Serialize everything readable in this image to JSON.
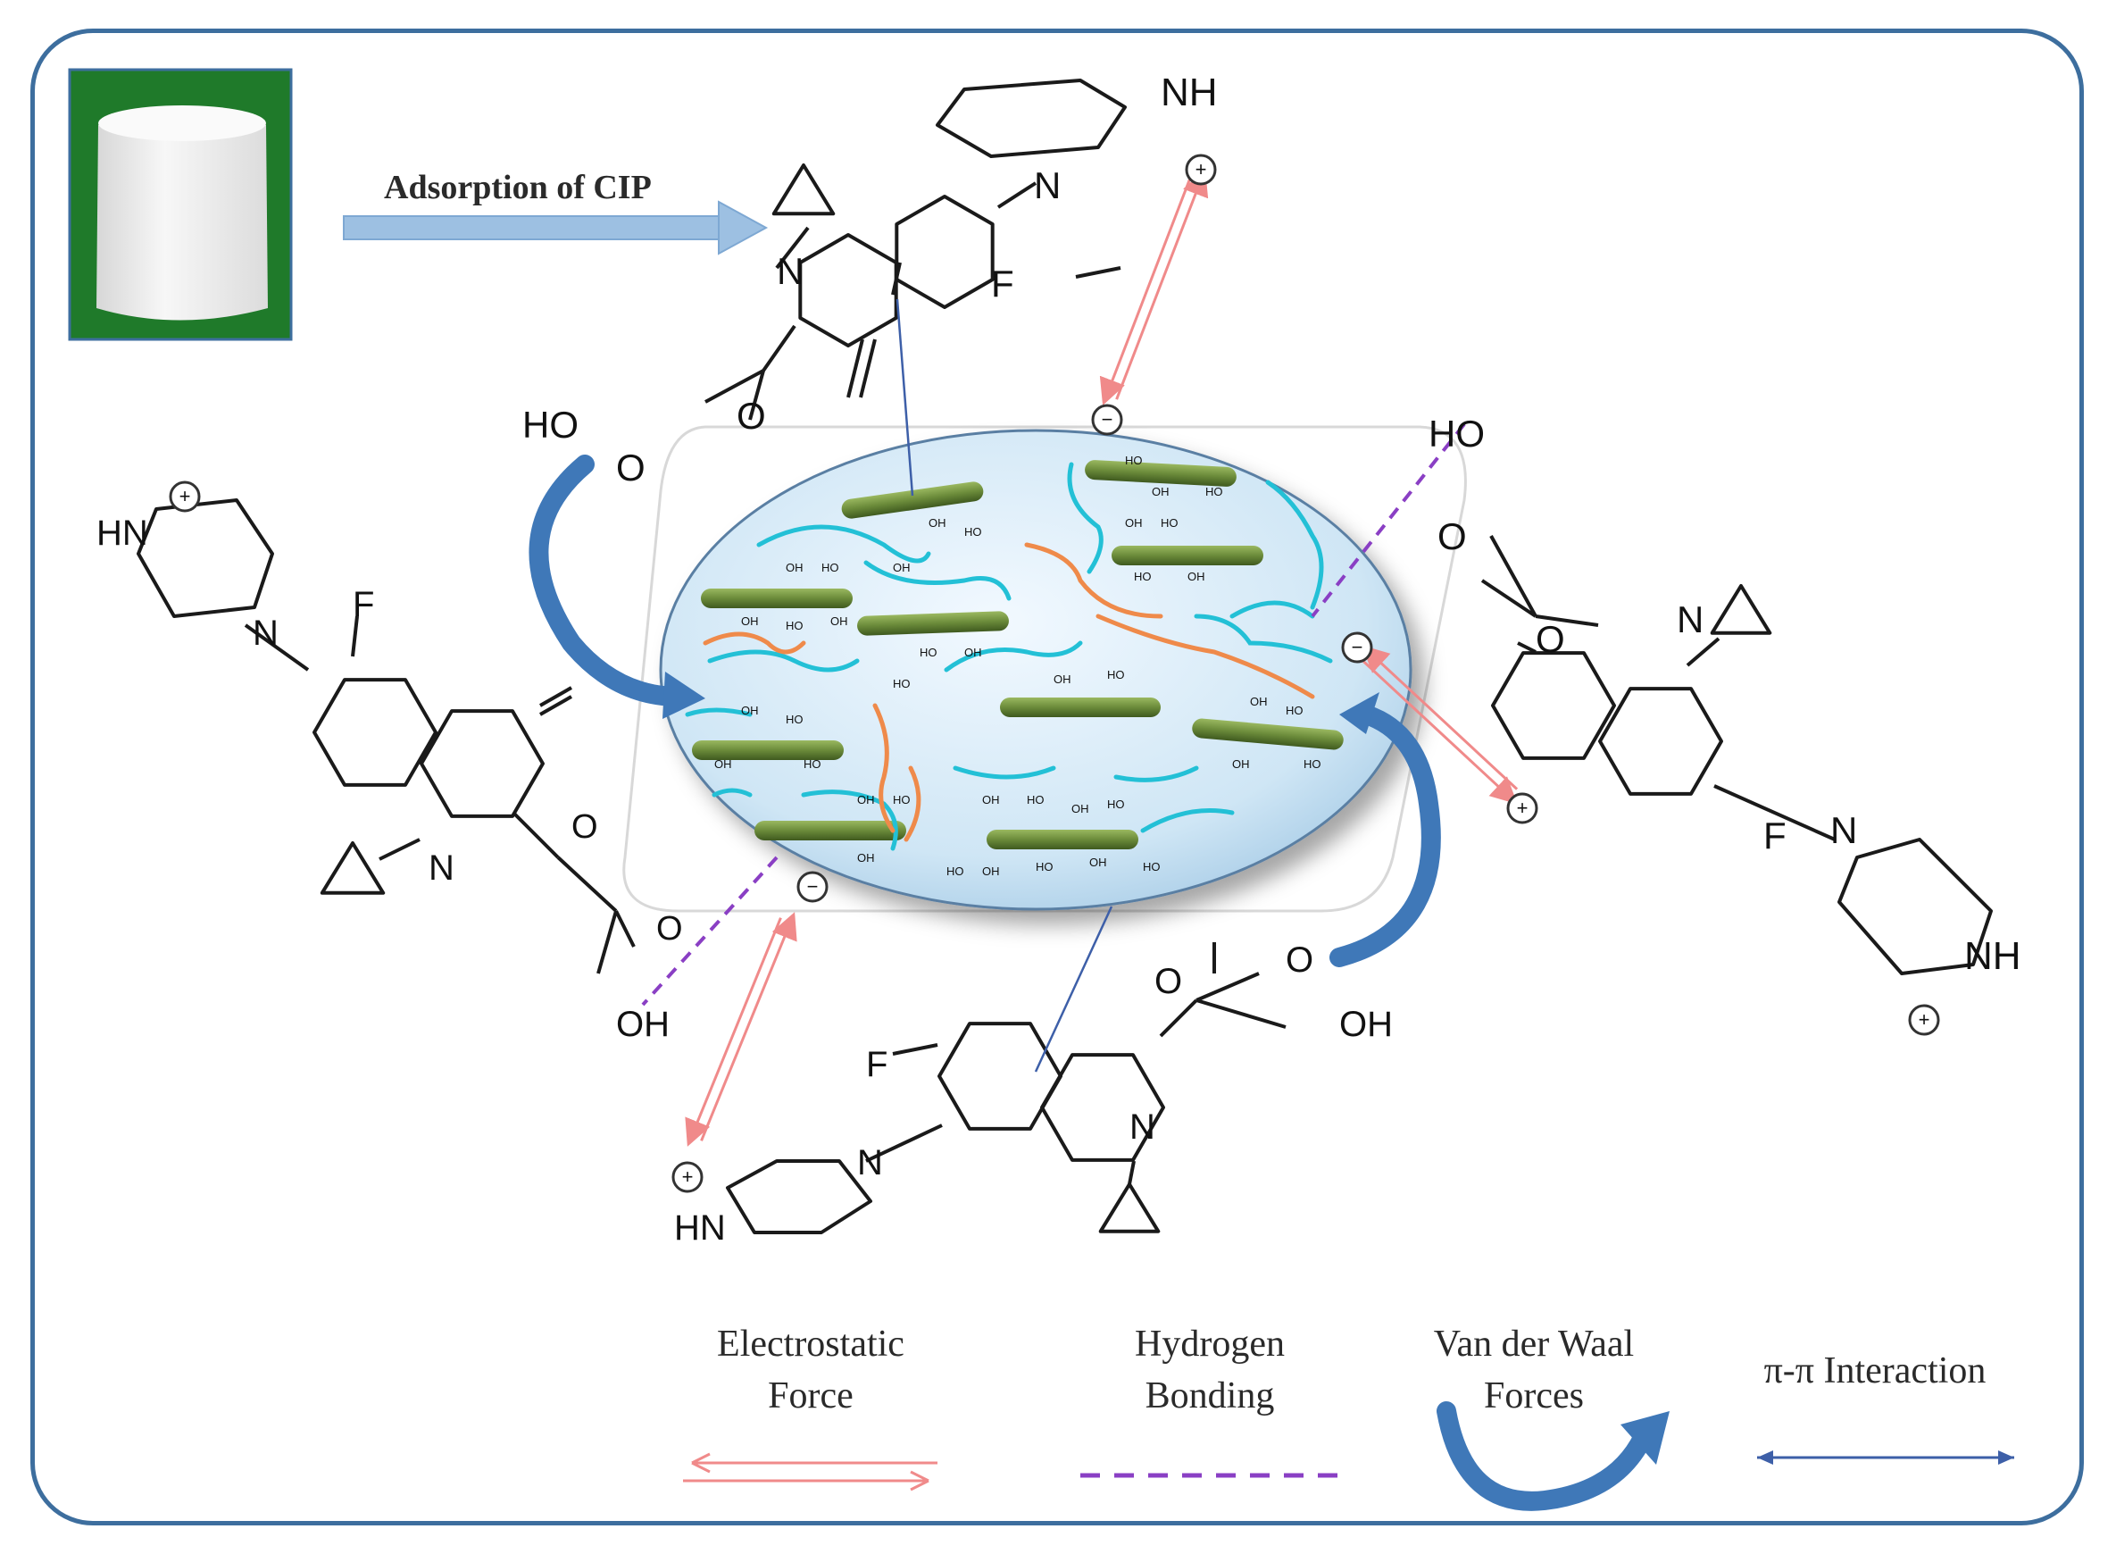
{
  "title_arrow_label": "Adsorption of CIP",
  "molecule": {
    "atom_n": "N",
    "atom_nh": "NH",
    "atom_hn": "HN",
    "atom_f": "F",
    "atom_o": "O",
    "group_ho": "HO",
    "group_oh": "OH",
    "charge_plus": "+",
    "charge_minus": "−"
  },
  "adsorbent_groups": {
    "oh": "OH",
    "ho": "HO"
  },
  "legend": {
    "electrostatic_line1": "Electrostatic",
    "electrostatic_line2": "Force",
    "hbond_line1": "Hydrogen",
    "hbond_line2": "Bonding",
    "vdw_line1": "Van der Waal",
    "vdw_line2": "Forces",
    "pipi": "π-π Interaction"
  },
  "colors": {
    "frame": "#3d6e9e",
    "electrostatic": "#f08a8a",
    "hbond": "#8a3fc4",
    "vdw_arrow": "#3f78b8",
    "pipi": "#3d5fa8",
    "cnc_rod": "#6b8b3a",
    "chain_cyan": "#23c0d6",
    "chain_orange": "#ef8a4a",
    "disc": "#cfe6f5",
    "aerogel_bg": "#1f7a2a"
  },
  "icons": [
    "aerogel-photo",
    "plus-charge-icon",
    "minus-charge-icon",
    "curved-arrow-icon"
  ]
}
